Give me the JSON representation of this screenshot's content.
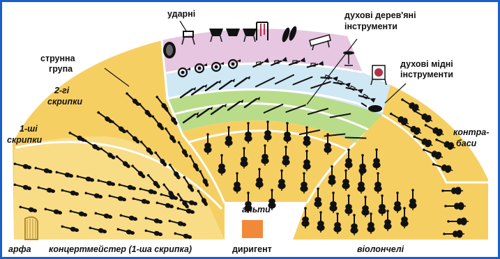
{
  "labels": {
    "percussion": "ударні",
    "woodwinds_1": "духові дерев'яні",
    "woodwinds_2": "інструменти",
    "brass_1": "духові мідні",
    "brass_2": "інструменти",
    "strings_1": "струнна",
    "strings_2": "група",
    "violins2_1": "2-гі",
    "violins2_2": "скрипки",
    "violins1_1": "1-ші",
    "violins1_2": "скрипки",
    "contrabass_1": "контра-",
    "contrabass_2": "баси",
    "violas": "альти",
    "harp": "арфа",
    "concertmaster": "концертмейстер (1-ша скрипка)",
    "conductor": "диригент",
    "cellos": "віолончелі"
  },
  "colors": {
    "border": "#1a5fc8",
    "strings_fill": "#f6cf63",
    "strings_fill_light": "#f9dc86",
    "woodwind_fill": "#b9dc8a",
    "brass_fill": "#cfe8f4",
    "percussion_fill": "#e6c6e0",
    "conductor_fill": "#f08a3a",
    "instrument": "#111111",
    "divider": "#ffffff"
  },
  "icons": [
    "violin-icon",
    "cello-icon",
    "contrabass-icon",
    "harp-icon",
    "drum-icon",
    "timpani-icon",
    "cymbal-icon",
    "gong-icon",
    "xylophone-icon",
    "clarinet-icon",
    "flute-icon",
    "trumpet-icon",
    "horn-icon",
    "tuba-icon",
    "bassoon-icon"
  ]
}
